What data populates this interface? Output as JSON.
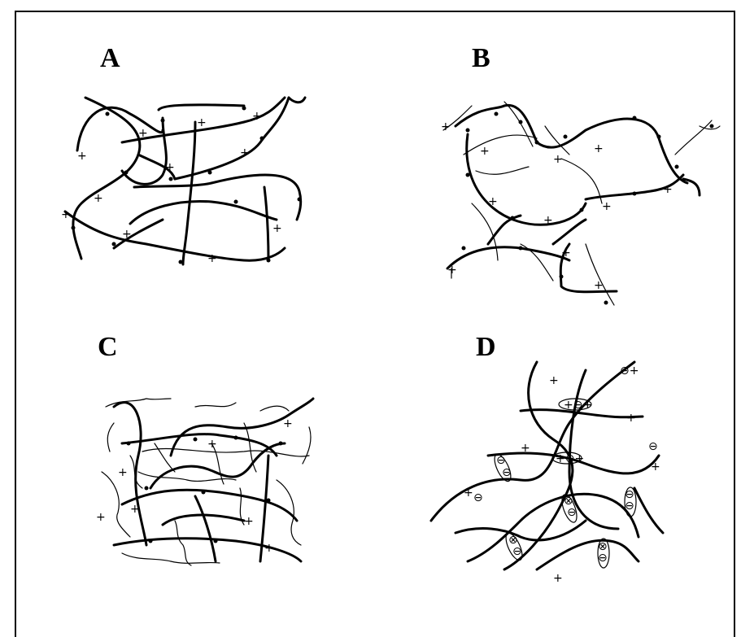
{
  "panels": {
    "a": {
      "label": "A"
    },
    "b": {
      "label": "B"
    },
    "c": {
      "label": "C"
    },
    "d": {
      "label": "D"
    }
  },
  "colors": {
    "ink": "#000000",
    "background": "#ffffff"
  }
}
